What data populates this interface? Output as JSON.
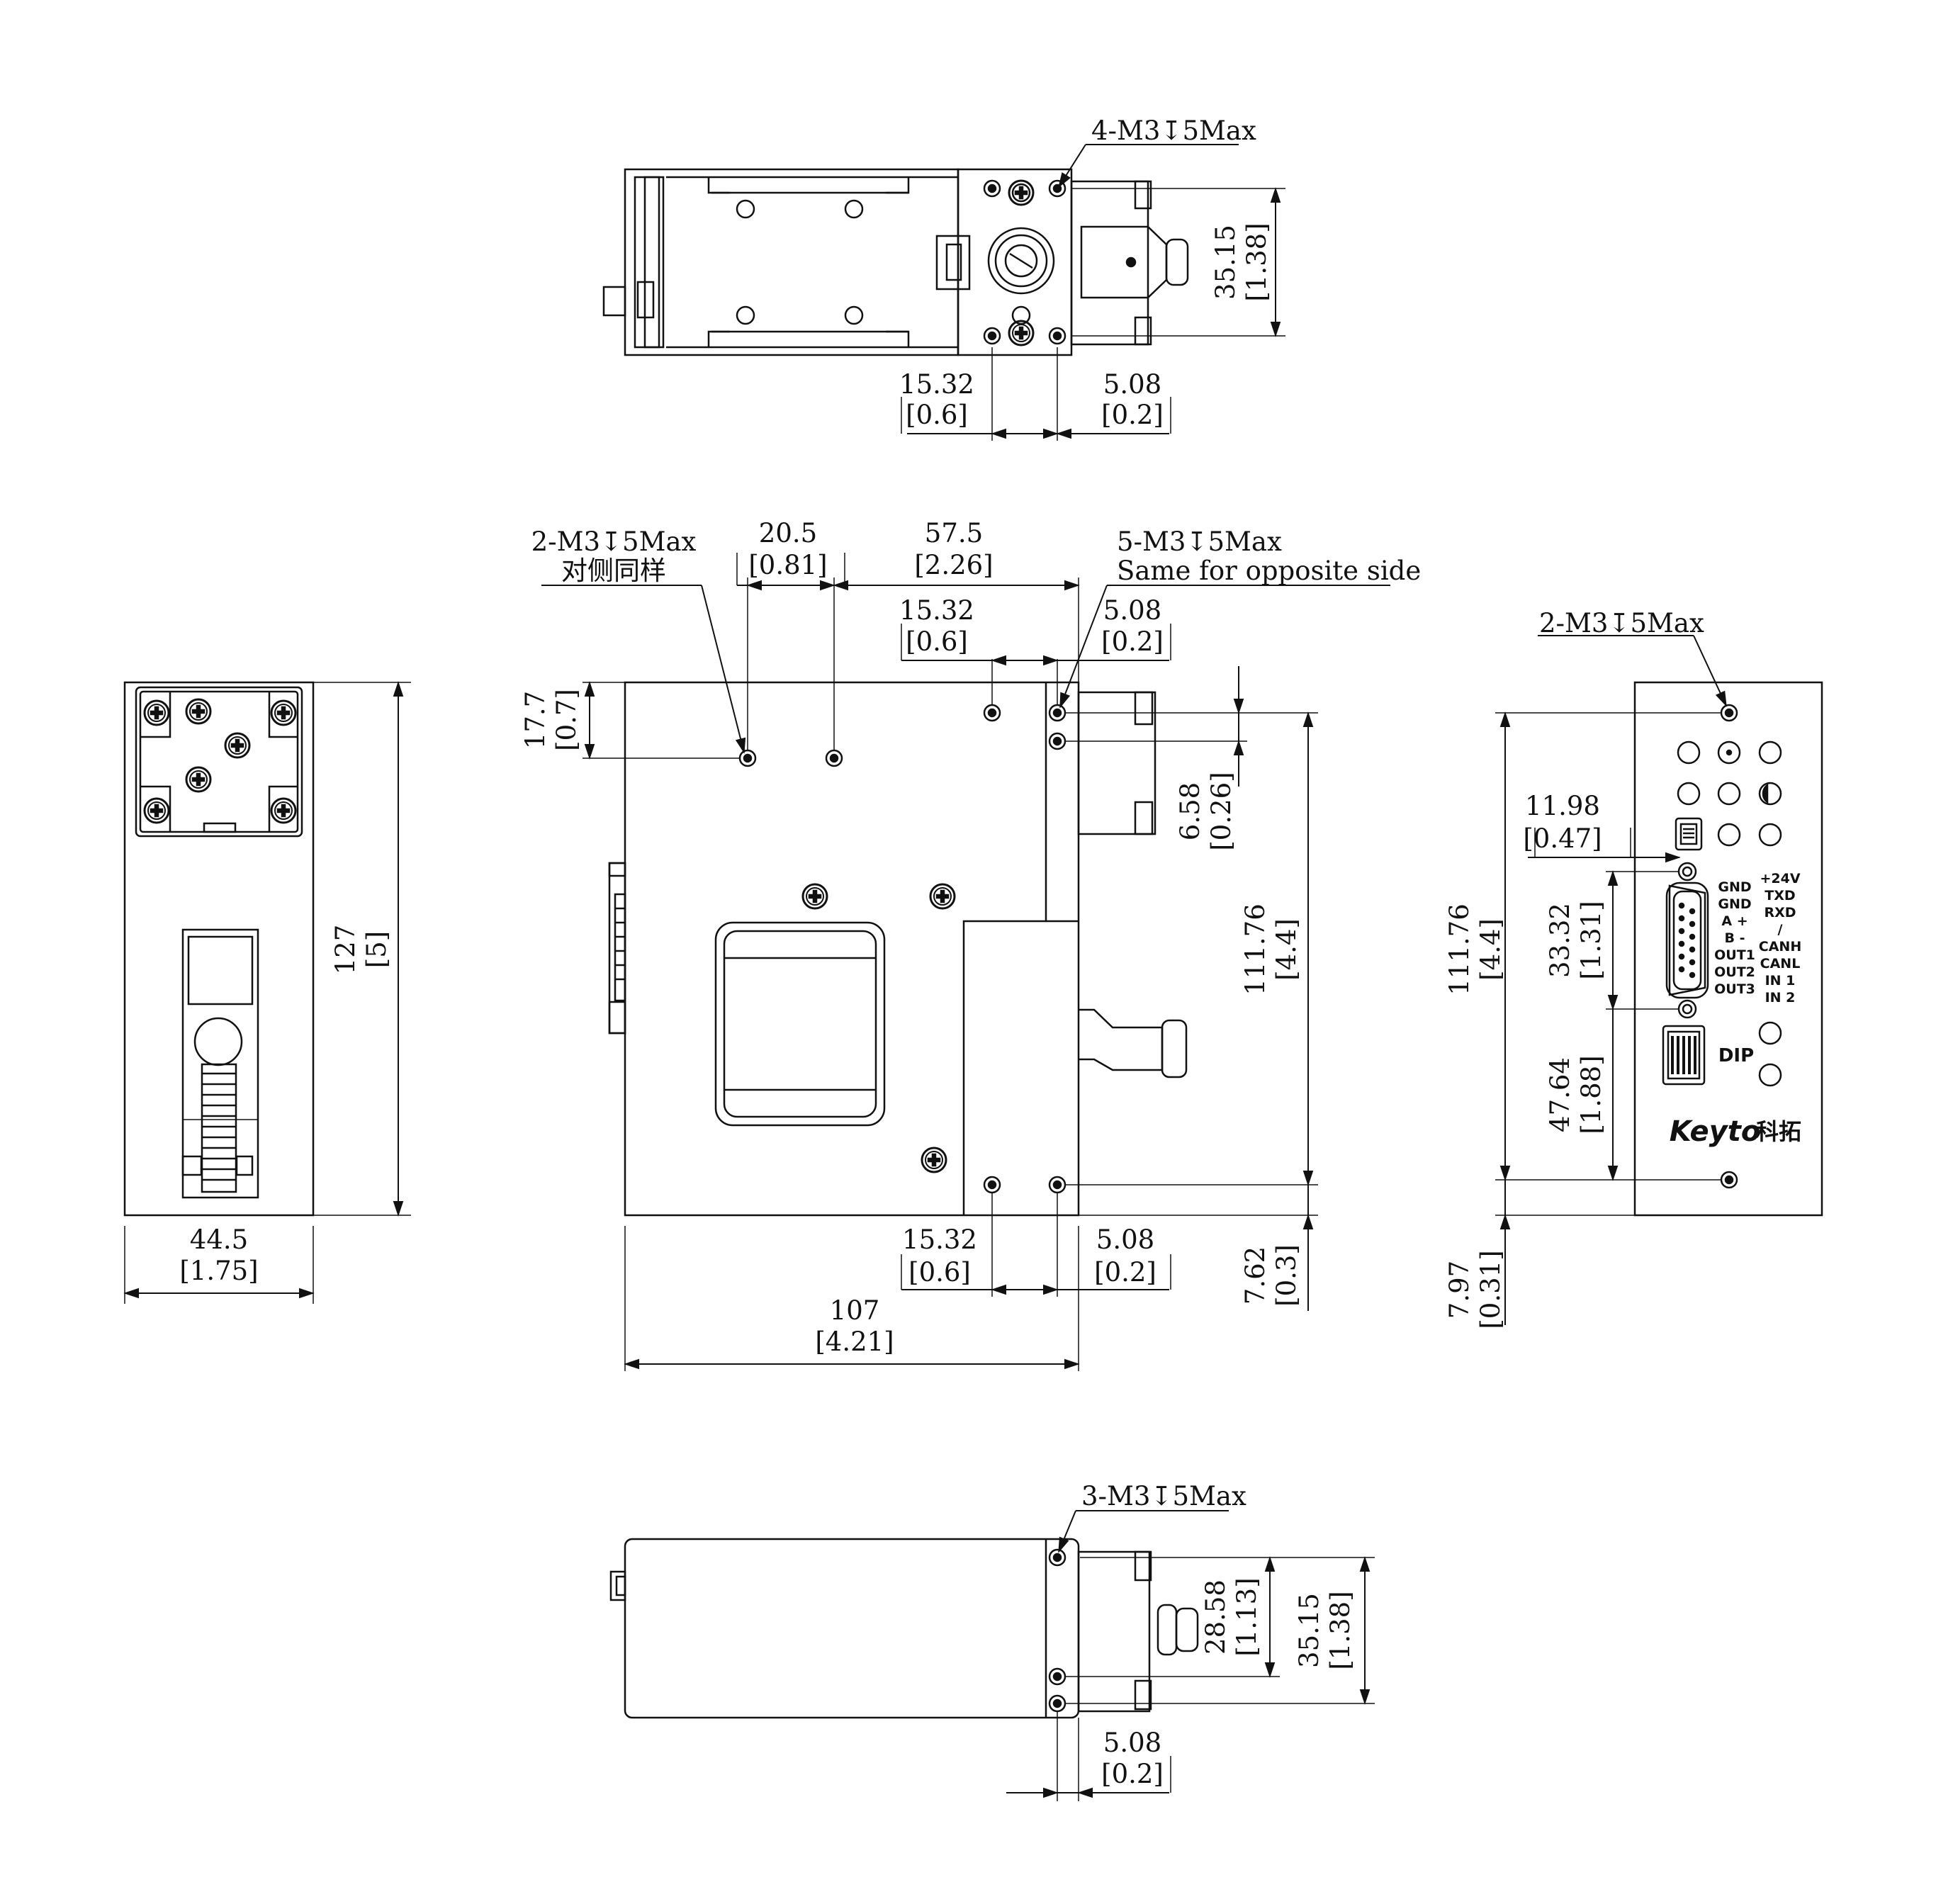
{
  "top_view": {
    "callout": "4-M3↧5Max",
    "dim_height": {
      "mm": "35.15",
      "in": "[1.38]"
    },
    "dim_left": {
      "mm": "15.32",
      "in": "[0.6]"
    },
    "dim_right": {
      "mm": "5.08",
      "in": "[0.2]"
    }
  },
  "front_view": {
    "callout_left": "2-M3↧5Max",
    "callout_left_note": "对侧同样",
    "callout_right": "5-M3↧5Max",
    "callout_right_note": "Same for opposite side",
    "dim_top_a": {
      "mm": "20.5",
      "in": "[0.81]"
    },
    "dim_top_b": {
      "mm": "57.5",
      "in": "[2.26]"
    },
    "dim_top_c": {
      "mm": "15.32",
      "in": "[0.6]"
    },
    "dim_top_d": {
      "mm": "5.08",
      "in": "[0.2]"
    },
    "dim_left_v": {
      "mm": "17.7",
      "in": "[0.7]"
    },
    "dim_right_a": {
      "mm": "6.58",
      "in": "[0.26]"
    },
    "dim_right_b": {
      "mm": "111.76",
      "in": "[4.4]"
    },
    "dim_right_c": {
      "mm": "7.62",
      "in": "[0.3]"
    },
    "dim_bottom_c": {
      "mm": "15.32",
      "in": "[0.6]"
    },
    "dim_bottom_d": {
      "mm": "5.08",
      "in": "[0.2]"
    },
    "dim_width": {
      "mm": "107",
      "in": "[4.21]"
    }
  },
  "left_view": {
    "dim_height": {
      "mm": "127",
      "in": "[5]"
    },
    "dim_width": {
      "mm": "44.5",
      "in": "[1.75]"
    }
  },
  "right_view": {
    "callout": "2-M3↧5Max",
    "dim_a": {
      "mm": "11.98",
      "in": "[0.47]"
    },
    "dim_b": {
      "mm": "33.32",
      "in": "[1.31]"
    },
    "dim_c": {
      "mm": "47.64",
      "in": "[1.88]"
    },
    "dim_d": {
      "mm": "111.76",
      "in": "[4.4]"
    },
    "dim_e": {
      "mm": "7.97",
      "in": "[0.31]"
    },
    "pins_left": [
      "GND",
      "GND",
      "A +",
      "B -",
      "OUT1",
      "OUT2",
      "OUT3"
    ],
    "pins_right": [
      "+24V",
      "TXD",
      "RXD",
      "/",
      "CANH",
      "CANL",
      "IN 1",
      "IN 2"
    ],
    "dip_label": "DIP",
    "brand": "Keyto",
    "brand_cn": "科拓"
  },
  "bottom_view": {
    "callout": "3-M3↧5Max",
    "dim_inner": {
      "mm": "28.58",
      "in": "[1.13]"
    },
    "dim_outer": {
      "mm": "35.15",
      "in": "[1.38]"
    },
    "dim_right": {
      "mm": "5.08",
      "in": "[0.2]"
    }
  }
}
